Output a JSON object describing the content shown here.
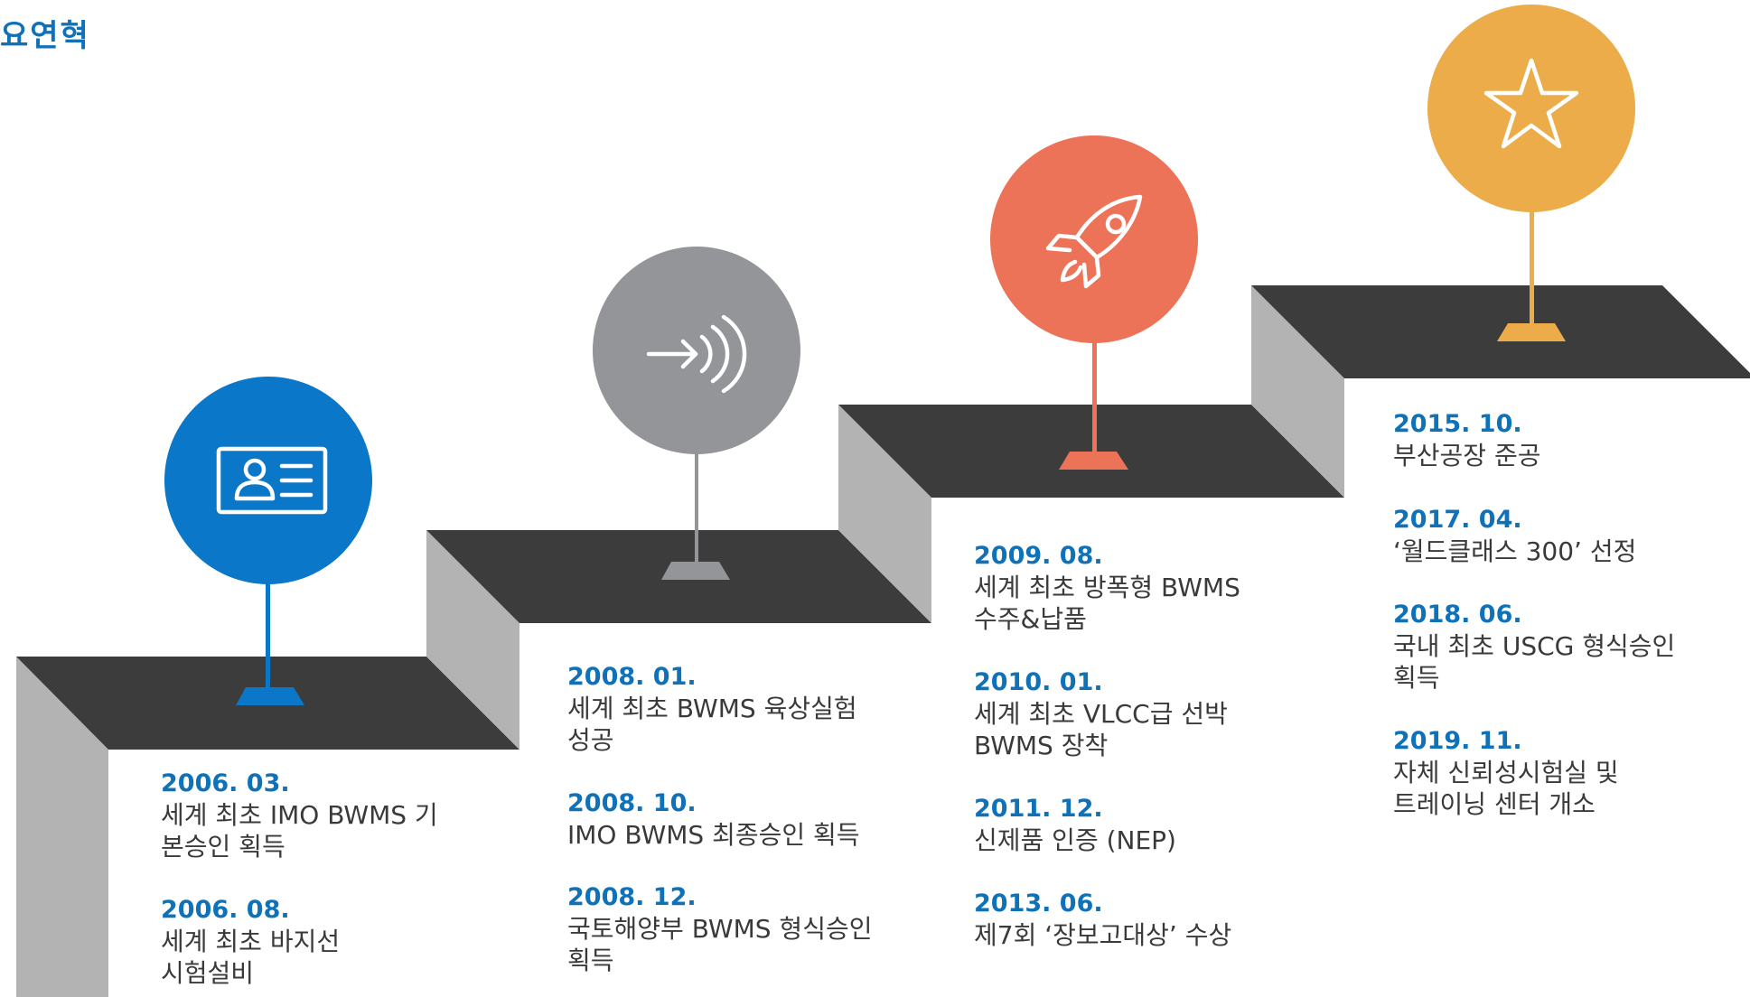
{
  "title": "요연혁",
  "colors": {
    "brand_blue": "#0a77c9",
    "gray": "#939598",
    "orange_red": "#ec7357",
    "gold": "#ecac4a",
    "step_top": "#3c3c3c",
    "step_front": "#b3b3b3",
    "date_text": "#0f72b8"
  },
  "stages": [
    {
      "icon": "id-card-icon",
      "color": "#0a77c9",
      "events": [
        {
          "date": "2006. 03.",
          "text": "세계 최초 IMO BWMS 기\n본승인 획득"
        },
        {
          "date": "2006. 08.",
          "text": "세계 최초 바지선\n시험설비"
        }
      ]
    },
    {
      "icon": "arrow-signal-icon",
      "color": "#939598",
      "events": [
        {
          "date": "2008. 01.",
          "text": "세계 최초 BWMS 육상실험\n성공"
        },
        {
          "date": "2008. 10.",
          "text": "IMO BWMS 최종승인 획득"
        },
        {
          "date": "2008. 12.",
          "text": "국토해양부 BWMS 형식승인\n획득"
        }
      ]
    },
    {
      "icon": "rocket-icon",
      "color": "#ec7357",
      "events": [
        {
          "date": "2009. 08.",
          "text": "세계 최초 방폭형 BWMS\n수주&납품"
        },
        {
          "date": "2010. 01.",
          "text": "세계 최초 VLCC급 선박\nBWMS 장착"
        },
        {
          "date": "2011. 12.",
          "text": "신제품 인증 (NEP)"
        },
        {
          "date": "2013. 06.",
          "text": "제7회 ‘장보고대상’ 수상"
        }
      ]
    },
    {
      "icon": "star-icon",
      "color": "#ecac4a",
      "events": [
        {
          "date": "2015. 10.",
          "text": "부산공장 준공"
        },
        {
          "date": "2017. 04.",
          "text": "‘월드클래스 300’ 선정"
        },
        {
          "date": "2018. 06.",
          "text": "국내 최초 USCG 형식승인\n획득"
        },
        {
          "date": "2019. 11.",
          "text": "자체 신뢰성시험실 및\n트레이닝 센터 개소"
        }
      ]
    }
  ]
}
